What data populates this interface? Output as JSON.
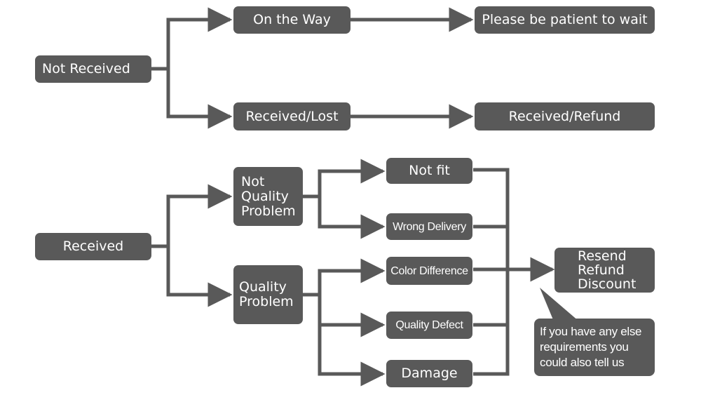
{
  "colors": {
    "box": "#595959",
    "line": "#595959",
    "text": "#ffffff",
    "background": "#ffffff"
  },
  "nodes": {
    "not_received": "Not Received",
    "on_the_way": "On the Way",
    "patient": "Please be patient to wait",
    "received_lost": "Received/Lost",
    "received_refund": "Received/Refund",
    "received": "Received",
    "not_quality_problem": [
      "Not",
      "Quality",
      "Problem"
    ],
    "quality_problem": [
      "Quality",
      "Problem"
    ],
    "not_fit": "Not fit",
    "wrong_delivery": "Wrong Delivery",
    "color_difference": "Color Difference",
    "quality_defect": "Quality Defect",
    "damage": "Damage",
    "outcome": [
      "Resend",
      "Refund",
      "Discount"
    ]
  },
  "note": [
    "If you have any else",
    "requirements you",
    "could also tell us"
  ]
}
